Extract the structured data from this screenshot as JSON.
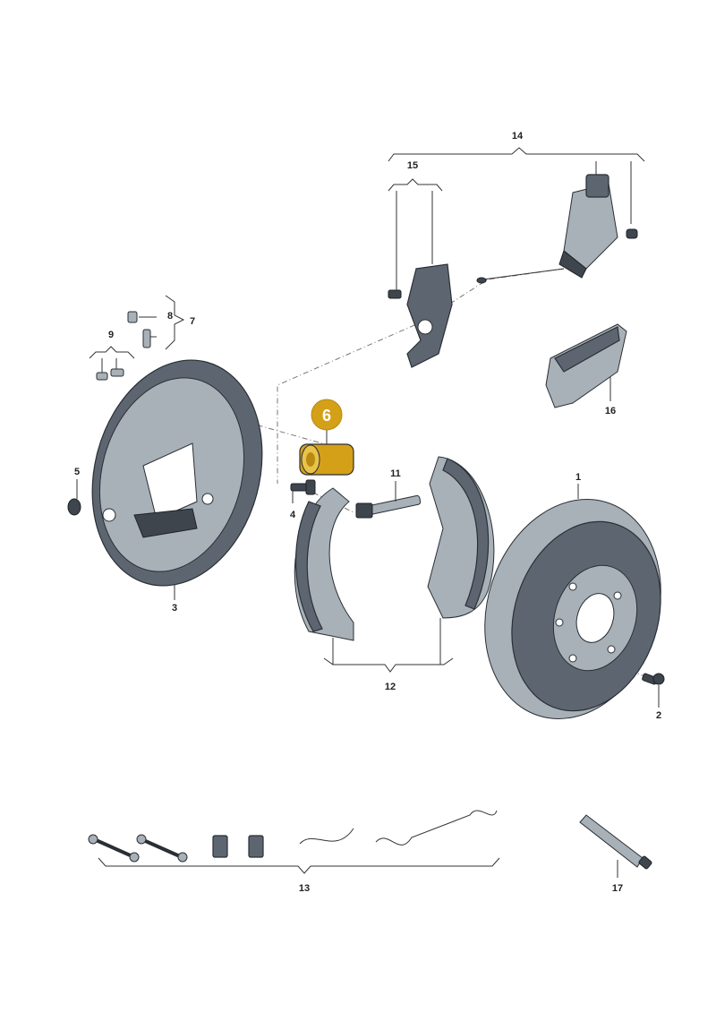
{
  "callouts": {
    "c1": "1",
    "c2": "2",
    "c3": "3",
    "c4": "4",
    "c5": "5",
    "c7": "7",
    "c8": "8",
    "c9": "9",
    "c11": "11",
    "c12": "12",
    "c13": "13",
    "c14": "14",
    "c15": "15",
    "c16": "16",
    "c17": "17"
  },
  "highlight": {
    "label": "6",
    "color": "#d4a017"
  },
  "colors": {
    "part_fill": "#5d6670",
    "part_light": "#a8b0b8",
    "line": "#333333"
  }
}
